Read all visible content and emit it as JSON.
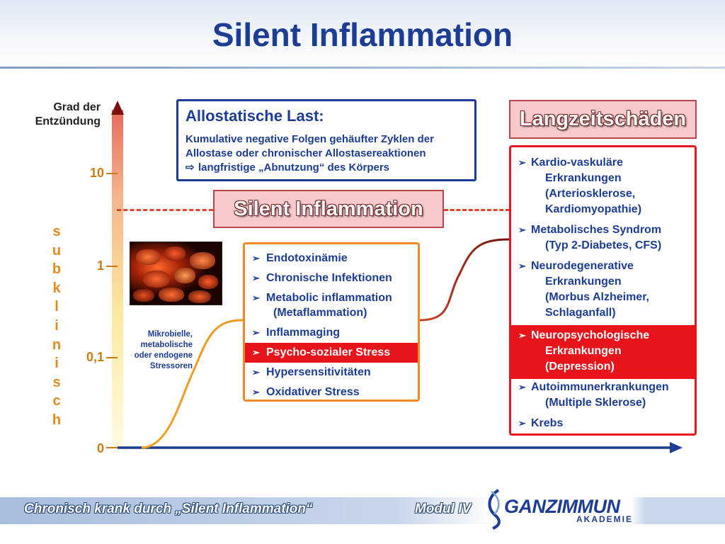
{
  "slide": {
    "title": "Silent Inflammation"
  },
  "axis": {
    "ylabel_line1": "Grad der",
    "ylabel_line2": "Entzündung",
    "ticks": [
      "10",
      "1",
      "0,1",
      "0"
    ],
    "side_label_letters": [
      "s",
      "u",
      "b",
      "k",
      "l",
      "i",
      "n",
      "i",
      "s",
      "c",
      "h"
    ]
  },
  "allostatic": {
    "title": "Allostatische Last:",
    "line1": "Kumulative negative Folgen gehäufter Zyklen der",
    "line2": "Allostase oder chronischer Allostasereaktionen",
    "line3": "langfristige „Abnutzung“ des Körpers"
  },
  "labels": {
    "langzeit": "Langzeitschäden",
    "silent": "Silent Inflammation",
    "stress_caption_lines": [
      "Mikrobielle,",
      "metabolische",
      "oder endogene",
      "Stressoren"
    ]
  },
  "middle_list": [
    {
      "text": "Endotoxinämie"
    },
    {
      "text": "Chronische Infektionen"
    },
    {
      "text": "Metabolic inflammation",
      "sub": "(Metaflammation)"
    },
    {
      "text": "Inflammaging"
    },
    {
      "text": "Psycho-sozialer Stress",
      "highlight": true
    },
    {
      "text": "Hypersensitivitäten"
    },
    {
      "text": "Oxidativer Stress"
    }
  ],
  "right_list": [
    {
      "first": "Kardio-vaskuläre",
      "rest": [
        "Erkrankungen",
        "(Arteriosklerose,",
        "Kardiomyopathie)"
      ]
    },
    {
      "first": "Metabolisches Syndrom",
      "rest": [
        "(Typ 2-Diabetes, CFS)"
      ]
    },
    {
      "first": "Neurodegenerative",
      "rest": [
        "Erkrankungen",
        "(Morbus Alzheimer,",
        "Schlaganfall)"
      ]
    },
    {
      "first": "Neuropsychologische",
      "rest": [
        "Erkrankungen",
        "(Depression)"
      ],
      "highlight": true
    },
    {
      "first": "Autoimmunerkrankungen",
      "rest": [
        "(Multiple Sklerose)"
      ]
    },
    {
      "first": "Krebs",
      "rest": []
    }
  ],
  "footer": {
    "left": "Chronisch krank durch „Silent Inflammation“",
    "module": "Modul IV",
    "logo_main": "GANZIMMUN",
    "logo_sub": "AKADEMIE"
  },
  "colors": {
    "brand_blue": "#1d3d94",
    "highlight_red": "#e8141b",
    "orange": "#f08a24",
    "dashed_red": "#e0442a"
  }
}
